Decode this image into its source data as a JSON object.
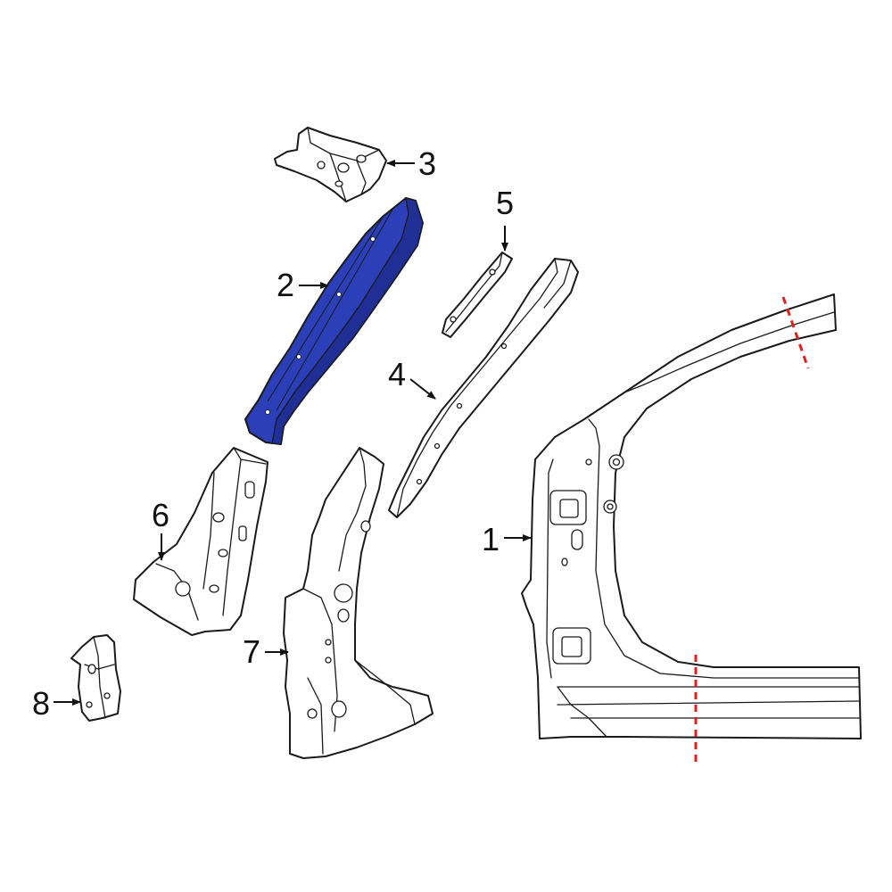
{
  "callouts": [
    {
      "id": "1",
      "label": "1"
    },
    {
      "id": "2",
      "label": "2"
    },
    {
      "id": "3",
      "label": "3"
    },
    {
      "id": "4",
      "label": "4"
    },
    {
      "id": "5",
      "label": "5"
    },
    {
      "id": "6",
      "label": "6"
    },
    {
      "id": "7",
      "label": "7"
    },
    {
      "id": "8",
      "label": "8"
    }
  ],
  "colors": {
    "highlight": "#2a3fb8",
    "highlight_shade": "#1f2f96",
    "cut_line": "#e0201c",
    "outline": "#1a1a1a"
  }
}
